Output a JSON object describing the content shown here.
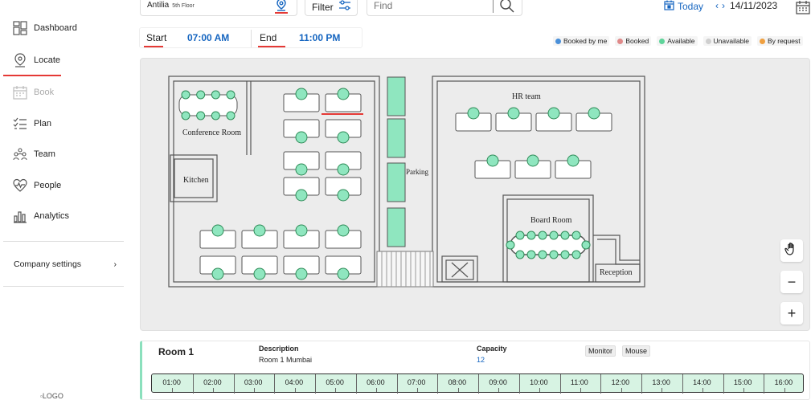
{
  "sidebar": {
    "items": [
      {
        "label": "Dashboard",
        "icon": "dashboard-icon"
      },
      {
        "label": "Locate",
        "icon": "locate-pin-icon"
      },
      {
        "label": "Book",
        "icon": "calendar-icon"
      },
      {
        "label": "Plan",
        "icon": "checklist-icon"
      },
      {
        "label": "Team",
        "icon": "team-icon"
      },
      {
        "label": "People",
        "icon": "heart-pulse-icon"
      },
      {
        "label": "Analytics",
        "icon": "bar-chart-icon"
      }
    ],
    "company_settings": "Company settings",
    "logo_text": "LOGO"
  },
  "topbar": {
    "building": "Antilia",
    "floor": "5th Floor",
    "filter_label": "Filter",
    "find_placeholder": "Find",
    "today_label": "Today",
    "date": "14/11/2023"
  },
  "time": {
    "start_label": "Start",
    "start_value": "07:00 AM",
    "end_label": "End",
    "end_value": "11:00 PM"
  },
  "legend": [
    {
      "label": "Booked by me",
      "color": "#4a90d9"
    },
    {
      "label": "Booked",
      "color": "#e08a8a"
    },
    {
      "label": "Available",
      "color": "#5fd49a"
    },
    {
      "label": "Unavailable",
      "color": "#cfcfcf"
    },
    {
      "label": "By request",
      "color": "#f0a040"
    }
  ],
  "map": {
    "labels": {
      "conference": "Conference Room",
      "kitchen": "Kitchen",
      "parking": "Parking",
      "hr": "HR team",
      "board": "Board Room",
      "reception": "Reception"
    },
    "colors": {
      "available": "#8fe6bf",
      "seat_stroke": "#2e8b57"
    }
  },
  "room": {
    "title": "Room 1",
    "description_label": "Description",
    "description": "Room 1 Mumbai",
    "capacity_label": "Capacity",
    "capacity": "12",
    "amenities": [
      "Monitor",
      "Mouse"
    ],
    "hours": [
      "01:00",
      "02:00",
      "03:00",
      "04:00",
      "05:00",
      "06:00",
      "07:00",
      "08:00",
      "09:00",
      "10:00",
      "11:00",
      "12:00",
      "13:00",
      "14:00",
      "15:00",
      "16:00"
    ]
  }
}
